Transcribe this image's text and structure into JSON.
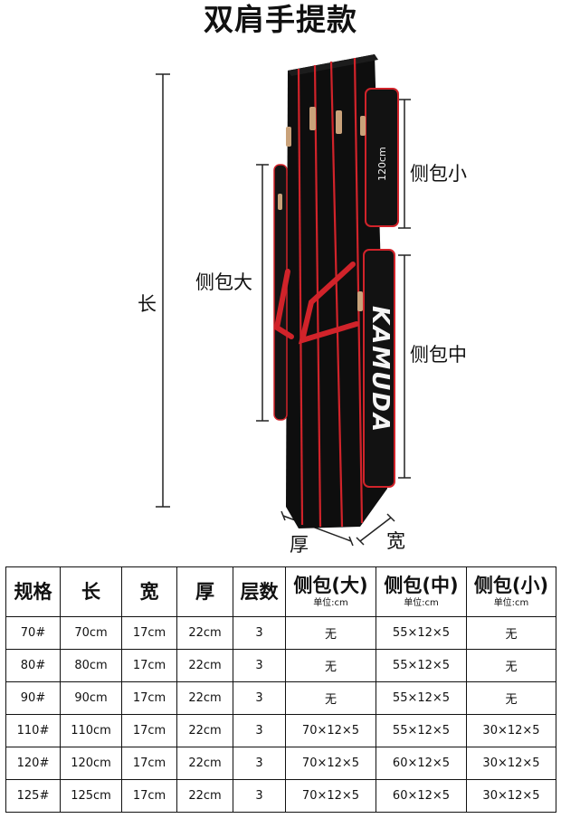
{
  "title": "双肩手提款",
  "figure": {
    "product_print": "120cm",
    "brand_print": "KAMUDA",
    "labels": {
      "length": "长",
      "side_large": "侧包大",
      "side_small": "侧包小",
      "side_medium": "侧包中",
      "thickness": "厚",
      "width": "宽"
    },
    "colors": {
      "bag": "#0e0e0e",
      "trim": "#d1232a",
      "zipper": "#c9a27a"
    }
  },
  "table": {
    "headers": [
      {
        "label": "规格",
        "unit": ""
      },
      {
        "label": "长",
        "unit": ""
      },
      {
        "label": "宽",
        "unit": ""
      },
      {
        "label": "厚",
        "unit": ""
      },
      {
        "label": "层数",
        "unit": ""
      },
      {
        "label": "侧包(大)",
        "unit": "单位:cm"
      },
      {
        "label": "侧包(中)",
        "unit": "单位:cm"
      },
      {
        "label": "侧包(小)",
        "unit": "单位:cm"
      }
    ],
    "rows": [
      [
        "70#",
        "70cm",
        "17cm",
        "22cm",
        "3",
        "无",
        "55×12×5",
        "无"
      ],
      [
        "80#",
        "80cm",
        "17cm",
        "22cm",
        "3",
        "无",
        "55×12×5",
        "无"
      ],
      [
        "90#",
        "90cm",
        "17cm",
        "22cm",
        "3",
        "无",
        "55×12×5",
        "无"
      ],
      [
        "110#",
        "110cm",
        "17cm",
        "22cm",
        "3",
        "70×12×5",
        "55×12×5",
        "30×12×5"
      ],
      [
        "120#",
        "120cm",
        "17cm",
        "22cm",
        "3",
        "70×12×5",
        "60×12×5",
        "30×12×5"
      ],
      [
        "125#",
        "125cm",
        "17cm",
        "22cm",
        "3",
        "70×12×5",
        "60×12×5",
        "30×12×5"
      ]
    ]
  }
}
